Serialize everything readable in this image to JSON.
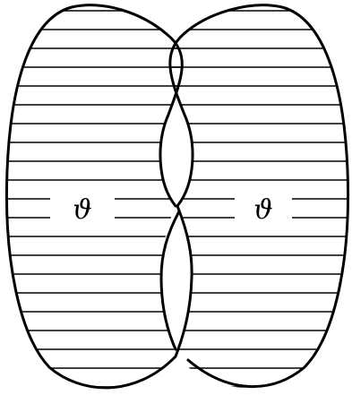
{
  "regions": [
    {
      "id": "left",
      "label": "ϑ"
    },
    {
      "id": "right",
      "label": "ϑ"
    }
  ],
  "colors": {
    "line": "#000000",
    "background": "#ffffff"
  }
}
